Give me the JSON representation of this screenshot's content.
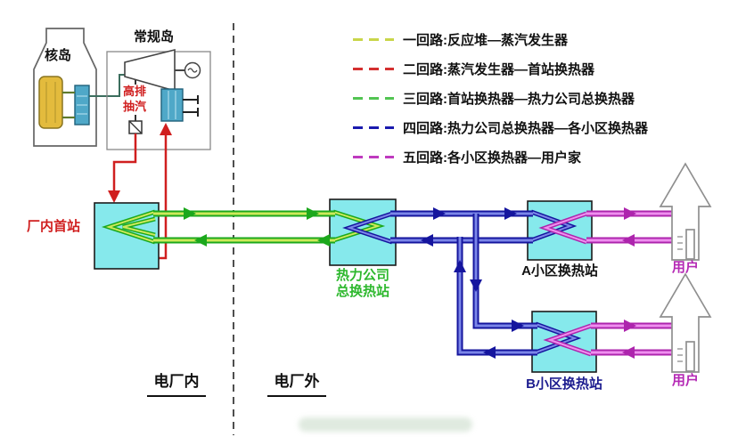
{
  "legend": {
    "items": [
      {
        "label": "一回路:反应堆—蒸汽发生器",
        "color": "#c9d64a"
      },
      {
        "label": "二回路:蒸汽发生器—首站换热器",
        "color": "#d43030"
      },
      {
        "label": "三回路:首站换热器—热力公司总换热器",
        "color": "#52c452"
      },
      {
        "label": "四回路:热力公司总换热器—各小区换热器",
        "color": "#1a1aae"
      },
      {
        "label": "五回路:各小区换热器—用户家",
        "color": "#bf3abf"
      }
    ]
  },
  "labels": {
    "nuclear_island": "核岛",
    "conventional_island": "常规岛",
    "extraction_steam": "高排抽汽",
    "plant_first_station": "厂内首站",
    "heat_company_station": "热力公司 总换热站",
    "station_a": "A小区换热站",
    "station_b": "B小区换热站",
    "user_a": "用户",
    "user_b": "用户",
    "zone_inside": "电厂内",
    "zone_outside": "电厂外"
  },
  "colors": {
    "station_fill": "#86e9ec",
    "loop2_red": "#d01f1f",
    "loop3_green": "#1ca81c",
    "loop4_blue": "#15159e",
    "loop5_magenta": "#ad25ad",
    "company_label": "#2db82d",
    "user_label": "#b52ab5"
  }
}
